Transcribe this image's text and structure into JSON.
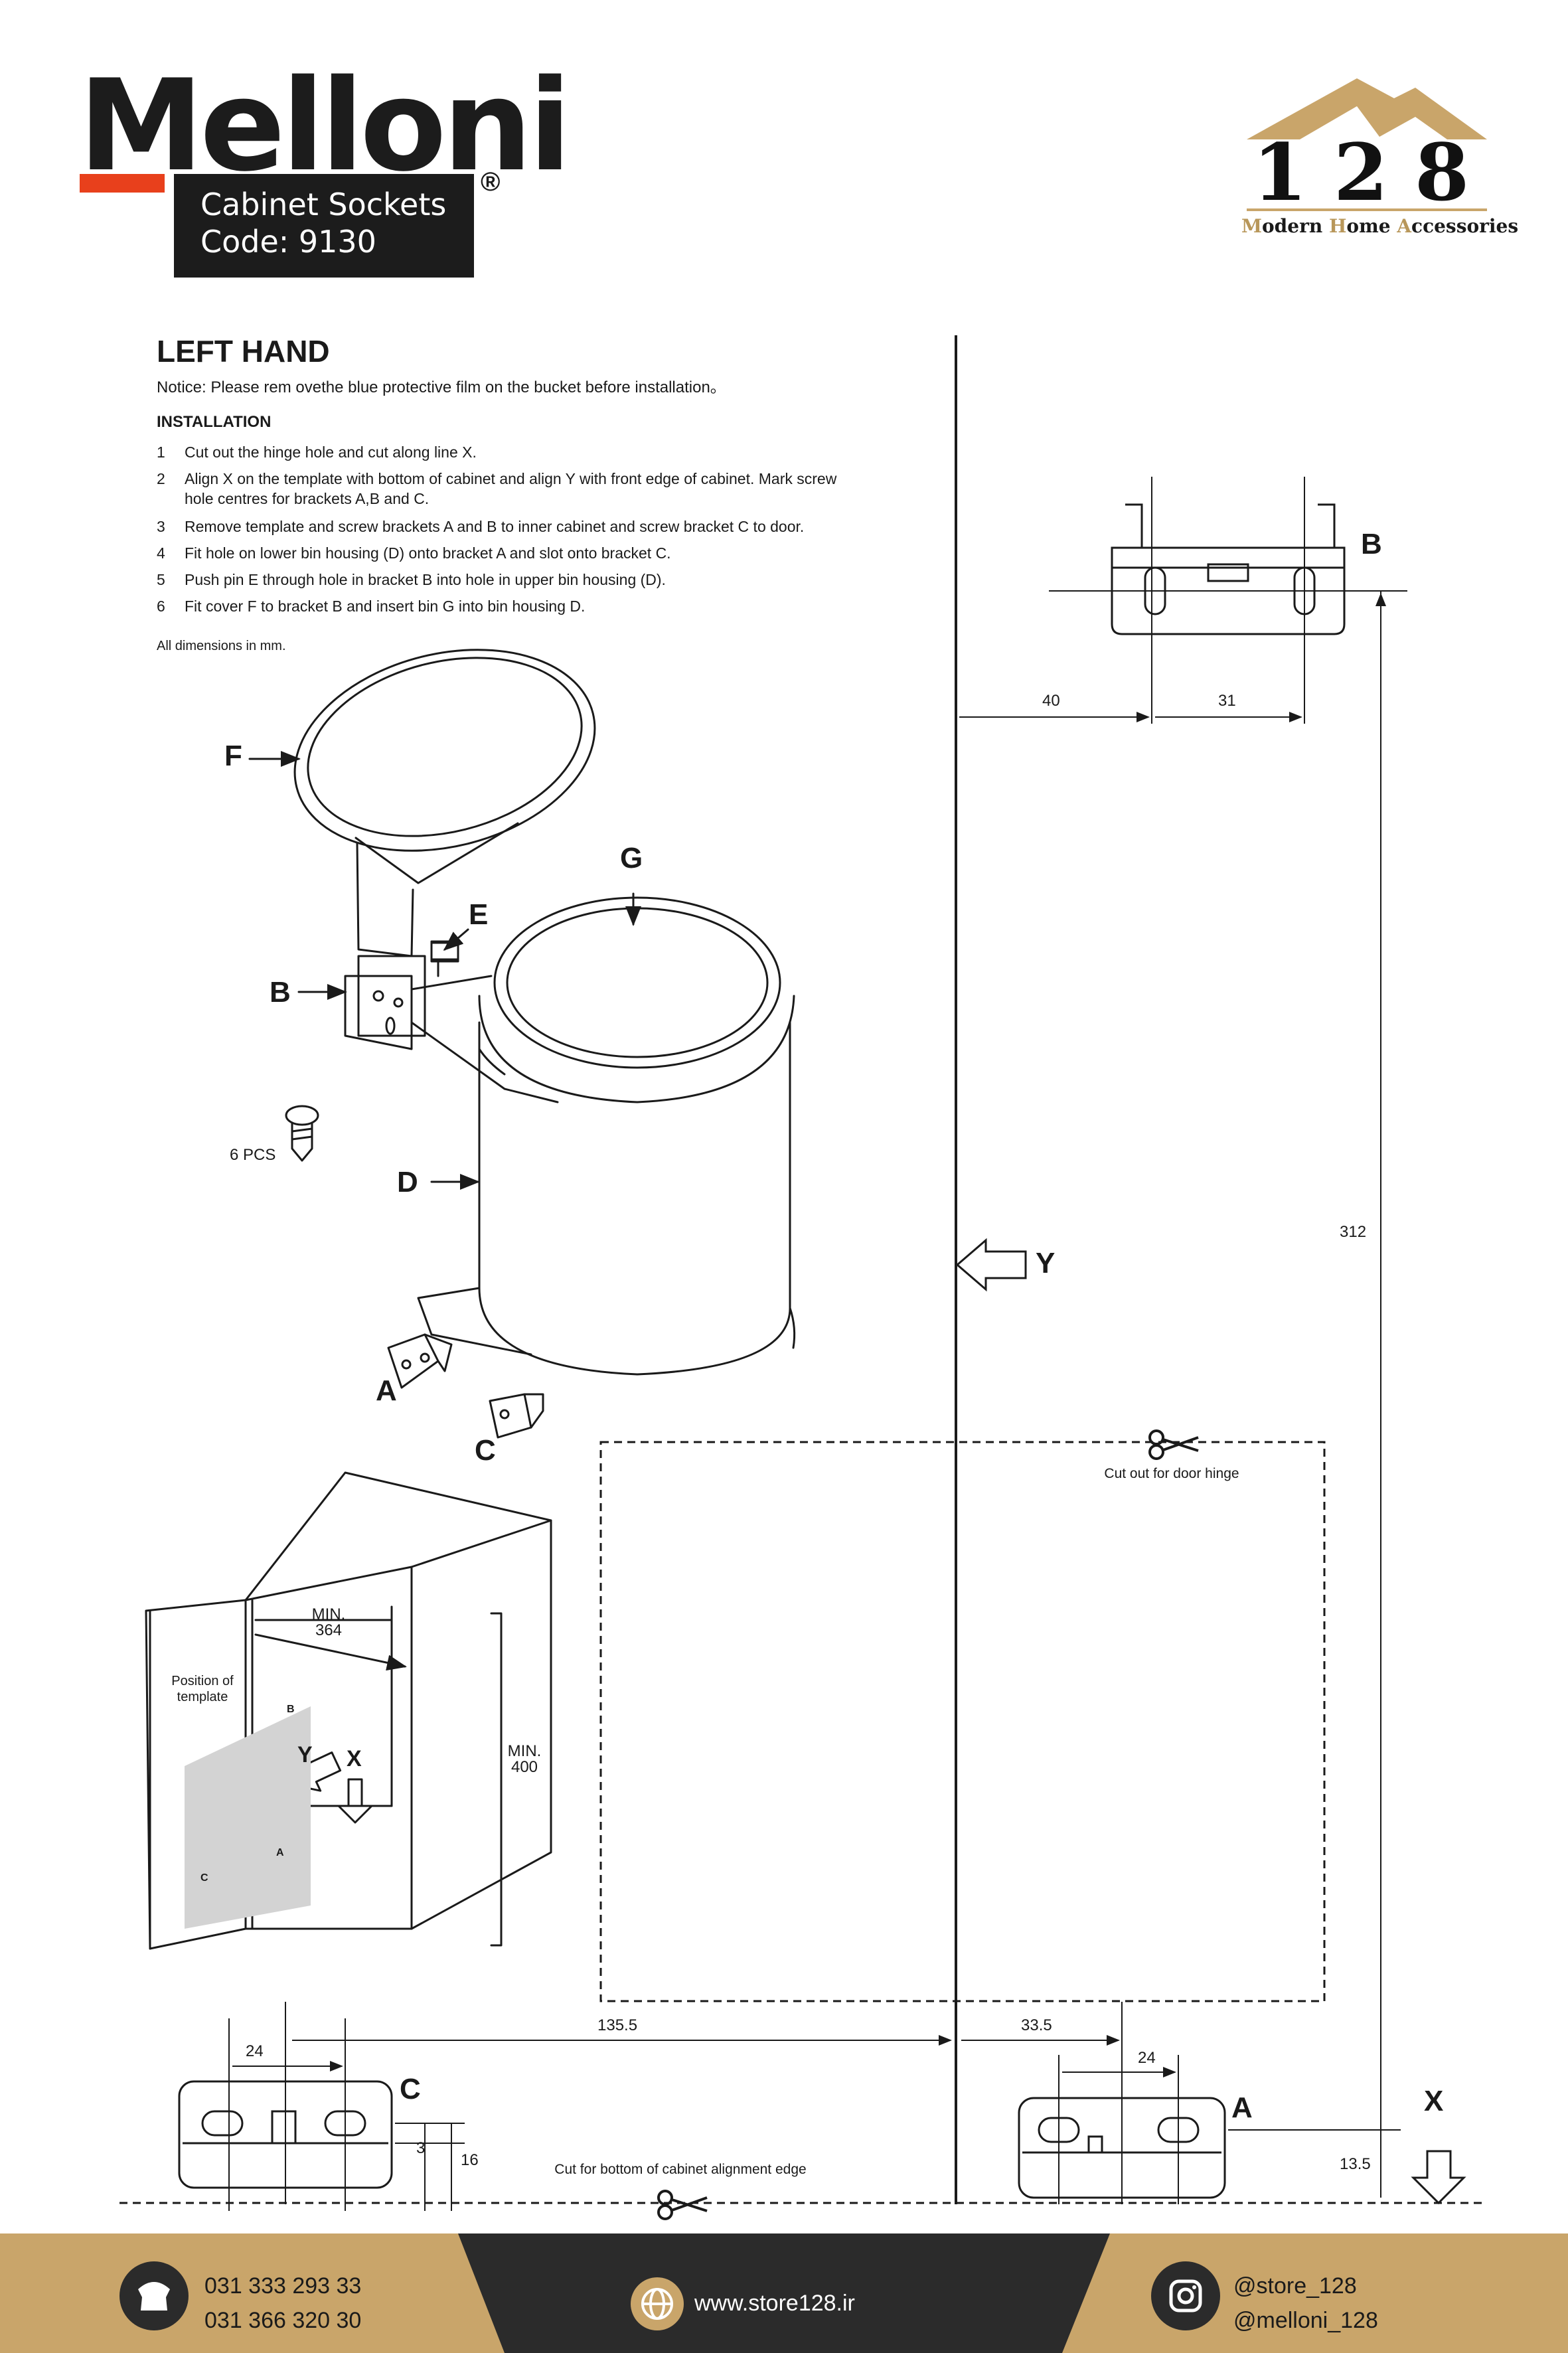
{
  "brand": {
    "logo_text": "Melloni",
    "product_line1": "Cabinet Sockets",
    "product_line2": "Code: 9130",
    "registered_mark": "®",
    "store_number": "128",
    "store_tagline_parts": [
      "M",
      "odern ",
      "H",
      "ome ",
      "A",
      "ccessories"
    ],
    "accent_color": "#b8975a",
    "logo_red": "#e8401c"
  },
  "document": {
    "heading": "LEFT HAND",
    "notice": "Notice: Please rem ovethe blue protective film on the bucket before installation。",
    "installation_title": "INSTALLATION",
    "steps": [
      {
        "n": "1",
        "text": "Cut out the hinge hole and cut along line X."
      },
      {
        "n": "2",
        "text": "Align X on the template with bottom of cabinet and align Y with front edge of cabinet. Mark screw hole centres for brackets A,B and C."
      },
      {
        "n": "3",
        "text": "Remove template and screw brackets A and B to inner cabinet and screw bracket C to door."
      },
      {
        "n": "4",
        "text": "Fit hole on lower bin housing (D) onto bracket A and slot onto bracket C."
      },
      {
        "n": "5",
        "text": "Push pin E through hole in bracket B into hole in upper bin housing (D)."
      },
      {
        "n": "6",
        "text": "Fit cover F to bracket B and insert bin G into bin housing D."
      }
    ],
    "dimensions_note": "All dimensions in mm."
  },
  "diagram": {
    "part_labels": {
      "F": "F",
      "G": "G",
      "E": "E",
      "B": "B",
      "D": "D",
      "A": "A",
      "C": "C"
    },
    "screws_label": "6 PCS",
    "cabinet": {
      "min_width_label": "MIN.",
      "min_width_value": "364",
      "min_height_label": "MIN.",
      "min_height_value": "400",
      "template_label": "Position of template",
      "y_label": "Y",
      "x_label": "X",
      "b_small": "B",
      "a_small": "A",
      "c_small": "C"
    },
    "template": {
      "dim_40": "40",
      "dim_31": "31",
      "dim_312": "312",
      "dim_135_5": "135.5",
      "dim_33_5": "33.5",
      "dim_24_left": "24",
      "dim_24_right": "24",
      "dim_3": "3",
      "dim_16": "16",
      "dim_13_5": "13.5",
      "label_B": "B",
      "label_C": "C",
      "label_A": "A",
      "label_X": "X",
      "label_Y": "Y",
      "cutout_label": "Cut out for door hinge",
      "bottom_cut_label": "Cut for bottom of cabinet alignment edge"
    }
  },
  "footer": {
    "phone1": "031 333 293 33",
    "phone2": "031 366 320 30",
    "website": "www.store128.ir",
    "social1": "@store_128",
    "social2": "@melloni_128",
    "gold": "#c9a56a",
    "dark": "#2b2b2b"
  }
}
